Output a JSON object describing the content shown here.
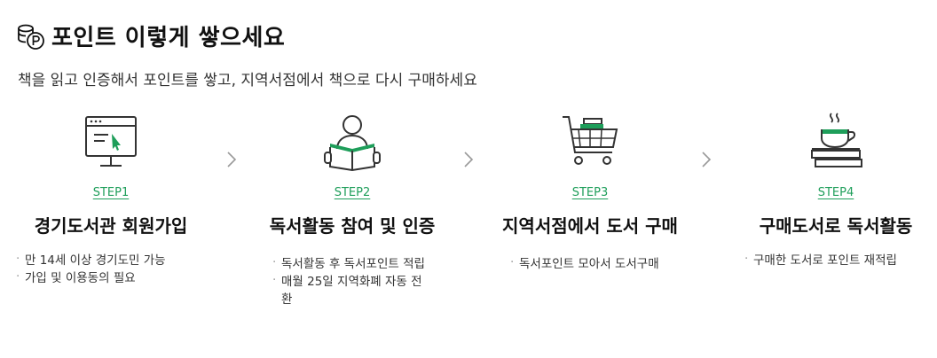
{
  "header": {
    "title": "포인트 이렇게 쌓으세요",
    "subtitle": "책을 읽고 인증해서 포인트를 쌓고, 지역서점에서 책으로 다시 구매하세요"
  },
  "steps": [
    {
      "label": "STEP1",
      "heading": "경기도서관 회원가입",
      "desc": [
        "만 14세 이상 경기도민 가능",
        "가입 및 이용동의 필요"
      ],
      "icon": "monitor-cursor-icon"
    },
    {
      "label": "STEP2",
      "heading": "독서활동 참여 및 인증",
      "desc": [
        "독서활동 후 독서포인트 적립",
        "매월 25일 지역화폐 자동 전환"
      ],
      "icon": "reading-person-icon"
    },
    {
      "label": "STEP3",
      "heading": "지역서점에서 도서 구매",
      "desc": [
        "독서포인트 모아서 도서구매"
      ],
      "icon": "shopping-cart-books-icon"
    },
    {
      "label": "STEP4",
      "heading": "구매도서로 독서활동",
      "desc": [
        "구매한 도서로 포인트 재적립"
      ],
      "icon": "coffee-books-icon"
    }
  ],
  "colors": {
    "accent": "#1e9e5a",
    "text": "#111111",
    "muted": "#333333"
  }
}
